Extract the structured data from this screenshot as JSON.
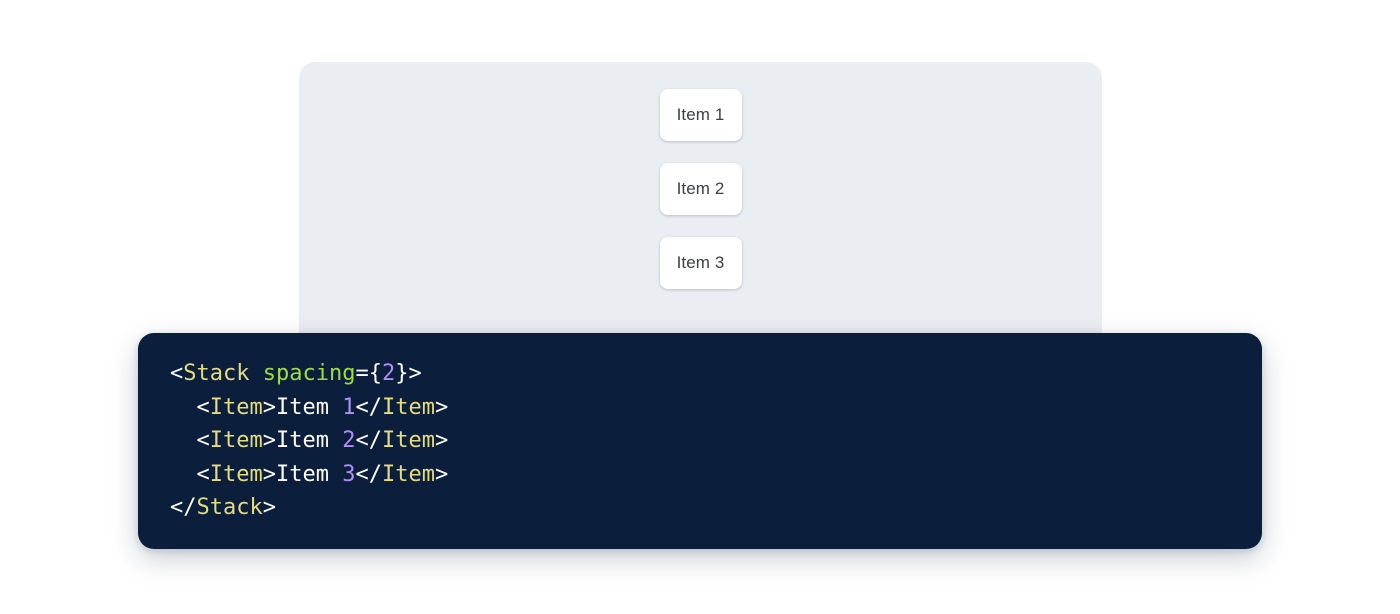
{
  "colors": {
    "page_background": "#ffffff",
    "preview_panel_background": "#eaedf2",
    "item_card_background": "#ffffff",
    "item_text": "#3c4043",
    "code_panel_background": "#0b1f3c",
    "token_punctuation": "#ffffff",
    "token_tag": "#e4dc7d",
    "token_attribute": "#9ede3a",
    "token_number": "#b08dfb",
    "token_text": "#ffffff"
  },
  "preview": {
    "component_name": "Stack",
    "items": [
      {
        "label": "Item 1"
      },
      {
        "label": "Item 2"
      },
      {
        "label": "Item 3"
      }
    ]
  },
  "code": {
    "language": "jsx",
    "lines": [
      {
        "indent": "",
        "tokens": [
          {
            "type": "punct",
            "text": "<"
          },
          {
            "type": "tag",
            "text": "Stack"
          },
          {
            "type": "text",
            "text": " "
          },
          {
            "type": "attr",
            "text": "spacing"
          },
          {
            "type": "punct",
            "text": "="
          },
          {
            "type": "brace",
            "text": "{"
          },
          {
            "type": "num",
            "text": "2"
          },
          {
            "type": "brace",
            "text": "}"
          },
          {
            "type": "punct",
            "text": ">"
          }
        ]
      },
      {
        "indent": "  ",
        "tokens": [
          {
            "type": "punct",
            "text": "<"
          },
          {
            "type": "tag",
            "text": "Item"
          },
          {
            "type": "punct",
            "text": ">"
          },
          {
            "type": "text",
            "text": "Item "
          },
          {
            "type": "num",
            "text": "1"
          },
          {
            "type": "punct",
            "text": "</"
          },
          {
            "type": "tag",
            "text": "Item"
          },
          {
            "type": "punct",
            "text": ">"
          }
        ]
      },
      {
        "indent": "  ",
        "tokens": [
          {
            "type": "punct",
            "text": "<"
          },
          {
            "type": "tag",
            "text": "Item"
          },
          {
            "type": "punct",
            "text": ">"
          },
          {
            "type": "text",
            "text": "Item "
          },
          {
            "type": "num",
            "text": "2"
          },
          {
            "type": "punct",
            "text": "</"
          },
          {
            "type": "tag",
            "text": "Item"
          },
          {
            "type": "punct",
            "text": ">"
          }
        ]
      },
      {
        "indent": "  ",
        "tokens": [
          {
            "type": "punct",
            "text": "<"
          },
          {
            "type": "tag",
            "text": "Item"
          },
          {
            "type": "punct",
            "text": ">"
          },
          {
            "type": "text",
            "text": "Item "
          },
          {
            "type": "num",
            "text": "3"
          },
          {
            "type": "punct",
            "text": "</"
          },
          {
            "type": "tag",
            "text": "Item"
          },
          {
            "type": "punct",
            "text": ">"
          }
        ]
      },
      {
        "indent": "",
        "tokens": [
          {
            "type": "punct",
            "text": "</"
          },
          {
            "type": "tag",
            "text": "Stack"
          },
          {
            "type": "punct",
            "text": ">"
          }
        ]
      }
    ]
  }
}
